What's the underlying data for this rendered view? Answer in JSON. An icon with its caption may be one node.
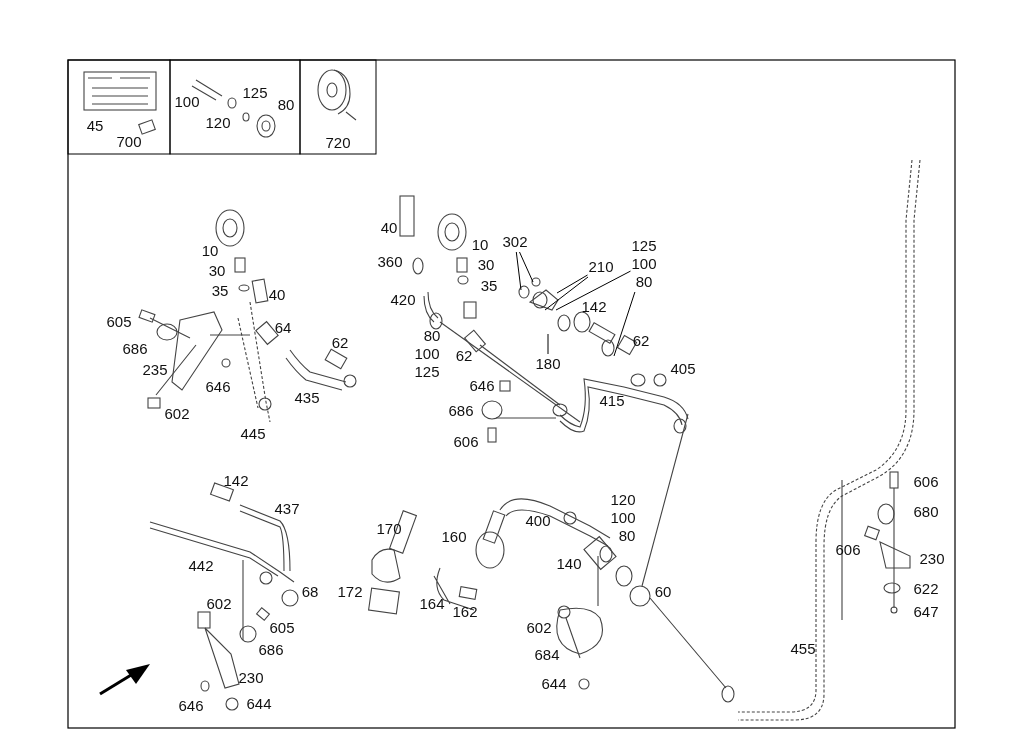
{
  "diagram": {
    "nodes": [
      {
        "text": [
          "302"
        ]
      },
      {
        "text": [
          "210"
        ]
      },
      {
        "text": [
          "125",
          "100",
          "80"
        ]
      },
      {
        "text": [
          "180"
        ]
      }
    ],
    "edges": [
      {
        "from": 0,
        "to": null,
        "arrow": "none"
      },
      {
        "from": 0,
        "to": null,
        "arrow": "none"
      },
      {
        "from": 1,
        "to": null,
        "arrow": "none"
      },
      {
        "from": 1,
        "to": null,
        "arrow": "none"
      },
      {
        "from": 2,
        "to": null,
        "arrow": "none"
      },
      {
        "from": 2,
        "to": null,
        "arrow": "none"
      },
      {
        "from": 3,
        "to": null,
        "arrow": "none"
      }
    ],
    "labels": [
      "45",
      "700",
      "100",
      "125",
      "120",
      "80",
      "720",
      "10",
      "30",
      "35",
      "40",
      "605",
      "64",
      "62",
      "686",
      "235",
      "646",
      "602",
      "435",
      "445",
      "40",
      "10",
      "360",
      "30",
      "420",
      "35",
      "80",
      "100",
      "62",
      "125",
      "142",
      "62",
      "405",
      "646",
      "415",
      "686",
      "606",
      "142",
      "437",
      "442",
      "68",
      "602",
      "605",
      "686",
      "230",
      "646",
      "644",
      "170",
      "160",
      "400",
      "120",
      "100",
      "80",
      "140",
      "172",
      "164",
      "162",
      "60",
      "602",
      "684",
      "644",
      "455",
      "606",
      "680",
      "606",
      "230",
      "622",
      "647"
    ]
  }
}
